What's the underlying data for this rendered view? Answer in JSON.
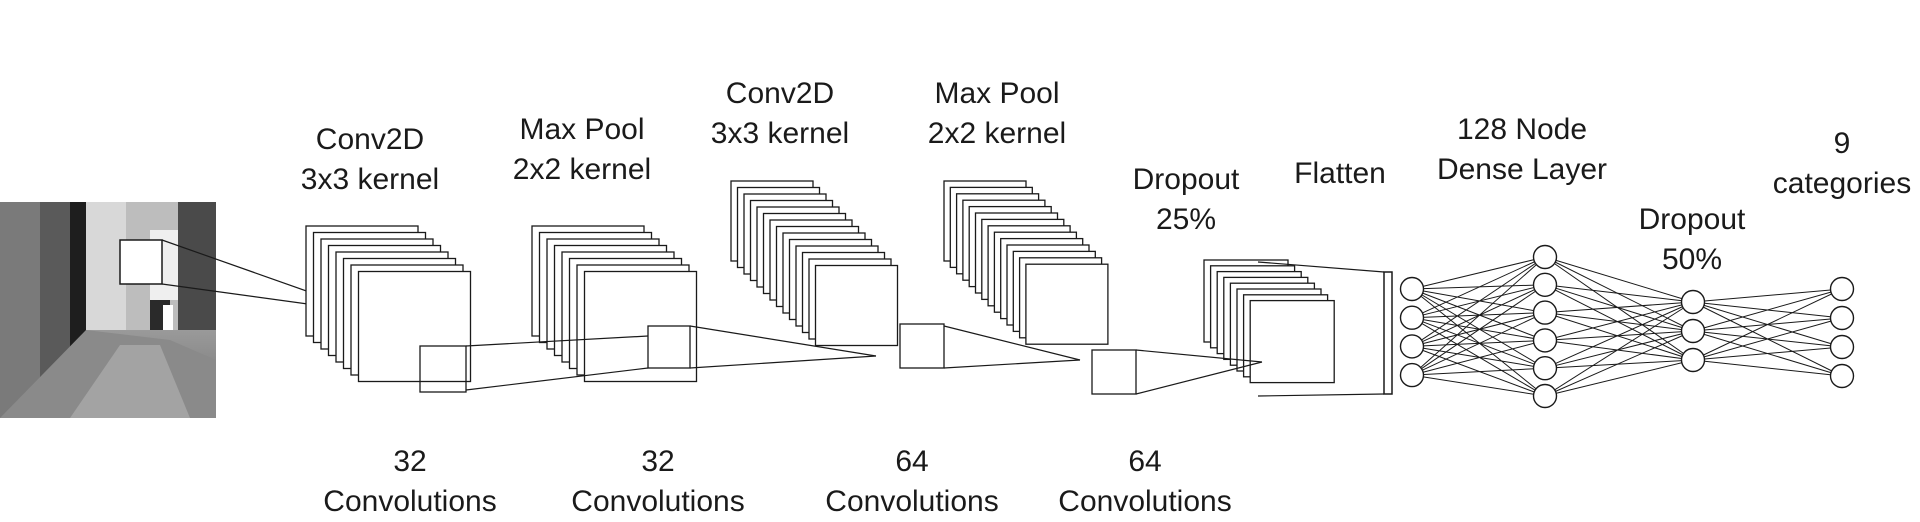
{
  "stages": [
    {
      "id": "conv1",
      "top": [
        "Conv2D",
        "3x3 kernel"
      ],
      "bottom": [
        "32",
        "Convolutions"
      ]
    },
    {
      "id": "pool1",
      "top": [
        "Max Pool",
        "2x2 kernel"
      ],
      "bottom": [
        "32",
        "Convolutions"
      ]
    },
    {
      "id": "conv2",
      "top": [
        "Conv2D",
        "3x3 kernel"
      ],
      "bottom": [
        "64",
        "Convolutions"
      ]
    },
    {
      "id": "pool2",
      "top": [
        "Max Pool",
        "2x2 kernel"
      ],
      "bottom": [
        "64",
        "Convolutions"
      ]
    },
    {
      "id": "dropout1",
      "top": [
        "Dropout",
        "25%"
      ]
    },
    {
      "id": "flatten",
      "top": [
        "Flatten"
      ]
    },
    {
      "id": "dense",
      "top": [
        "128 Node",
        "Dense Layer"
      ]
    },
    {
      "id": "dropout2",
      "top": [
        "Dropout",
        "50%"
      ]
    },
    {
      "id": "output",
      "top": [
        "9",
        "categories"
      ]
    }
  ],
  "network": {
    "input_nodes": 4,
    "dense_nodes": 6,
    "dropout_nodes": 3,
    "output_nodes": 4
  },
  "colors": {
    "line": "#1a1a1a",
    "fill": "#ffffff"
  }
}
